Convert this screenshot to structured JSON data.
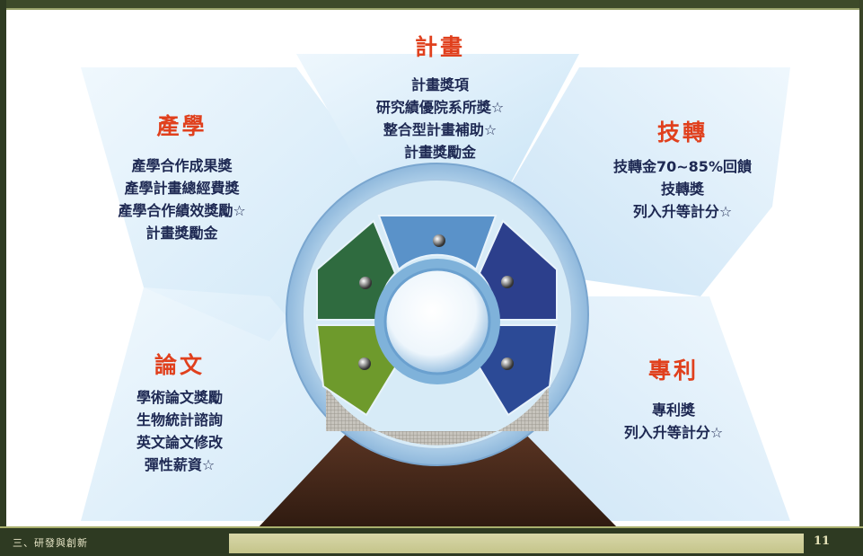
{
  "footer": {
    "section": "三、研發與創新",
    "page": "11"
  },
  "segments": {
    "plan": {
      "title": "計畫",
      "items": [
        "計畫獎項",
        "研究績優院系所獎☆",
        "整合型計畫補助☆",
        "計畫獎勵金"
      ]
    },
    "industry": {
      "title": "產學",
      "items": [
        "產學合作成果獎",
        "產學計畫總經費獎",
        "產學合作績效獎勵☆",
        "計畫獎勵金"
      ]
    },
    "transfer": {
      "title": "技轉",
      "items": [
        "技轉金70~85%回饋",
        "技轉獎",
        "列入升等計分☆"
      ]
    },
    "paper": {
      "title": "論文",
      "items": [
        "學術論文獎勵",
        "生物統計諮詢",
        "英文論文修改",
        "彈性薪資☆"
      ]
    },
    "patent": {
      "title": "專利",
      "items": [
        "專利獎",
        "列入升等計分☆"
      ]
    }
  },
  "colors": {
    "heading": "#e0401d",
    "item_text": "#1d2852",
    "green_dark": "#2f6b3f",
    "green_light": "#6e9a2c",
    "blue_light": "#5a92c9",
    "blue_dark": "#2c3f8c",
    "base": "#4a2b1c"
  }
}
